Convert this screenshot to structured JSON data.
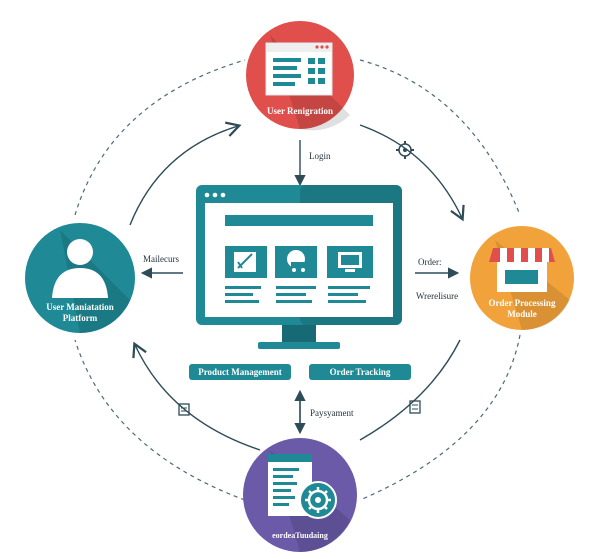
{
  "nodes": {
    "user_registration": {
      "label": "User Renigration",
      "color": "#e04f4b"
    },
    "order_processing": {
      "label": "Order Processing Module",
      "line1": "Order Processing",
      "line2": "Module",
      "color": "#f2a23a"
    },
    "user_management": {
      "label": "User Maniatation Platform",
      "line1": "User Maniatation",
      "line2": "Platform",
      "color": "#1f8a96"
    },
    "payment_system": {
      "label": "eordeaTuudaing",
      "color": "#6a5aa8"
    }
  },
  "connectors": {
    "login": "Login",
    "order": "Order:",
    "warehouse": "Wrerelisure",
    "mailecurs": "Mailecurs",
    "payment": "Paysyament"
  },
  "pills": {
    "product_management": "Product Management",
    "order_tracking": "Order Tracking"
  },
  "colors": {
    "teal": "#1f8a96",
    "dark_teal": "#176a75",
    "red": "#e04f4b",
    "orange": "#f2a23a",
    "purple": "#6a5aa8",
    "dash": "#4a6a78"
  }
}
